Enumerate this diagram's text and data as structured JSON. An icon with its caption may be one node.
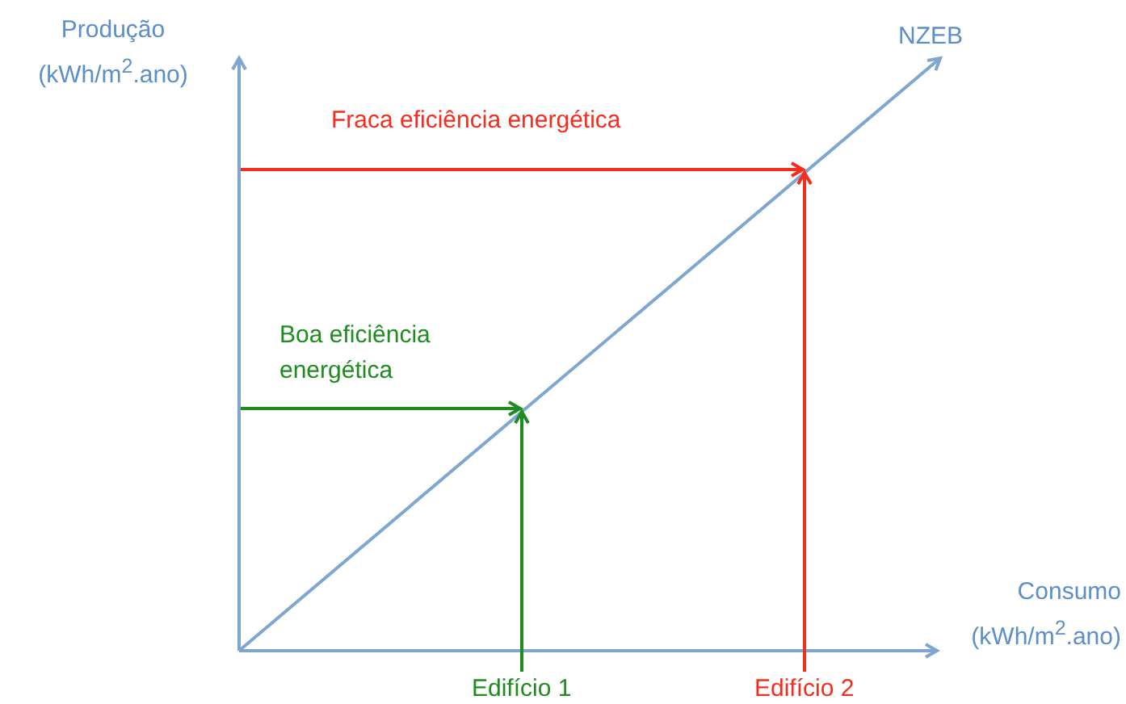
{
  "diagram": {
    "nodes": [
      {
        "text": [
          "Edifício 1"
        ]
      },
      {
        "text": [
          "Edifício 2"
        ]
      }
    ],
    "edges": [
      {
        "from": 0,
        "to": null,
        "arrow": "to",
        "color": "#1e8c1e"
      },
      {
        "from": 1,
        "to": null,
        "arrow": "to",
        "color": "#f52d1e"
      }
    ],
    "labels": [
      "Produção (kWh/m$^{2}$.ano)",
      "NZEB",
      "Fraca eficiência energética",
      "Boa eficiência energética",
      "Consumo (kWh/m$^{2}$.ano)"
    ]
  }
}
